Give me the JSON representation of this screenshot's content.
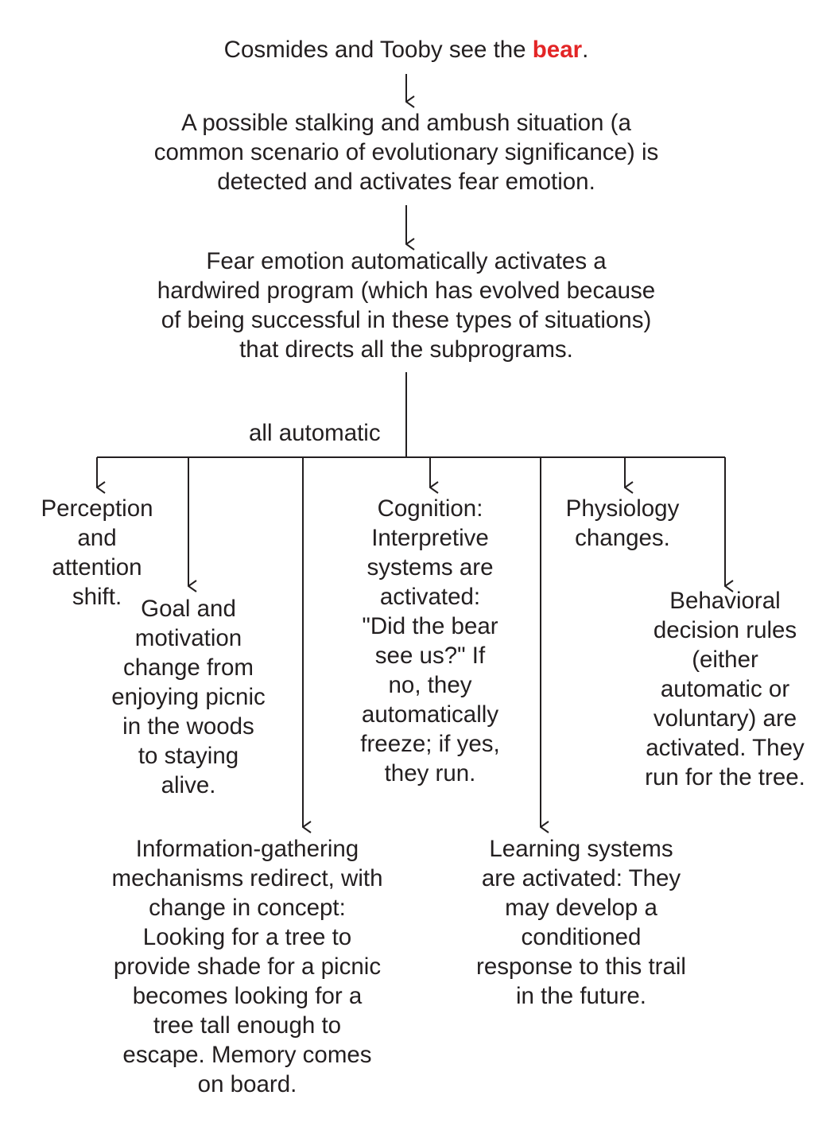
{
  "title": {
    "prefix": "Cosmides and Tooby see the ",
    "highlight": "bear",
    "suffix": ".",
    "highlight_color": "#e32526"
  },
  "step2": {
    "lines": [
      "A possible stalking and ambush situation (a",
      "common scenario of evolutionary significance) is",
      "detected and activates fear emotion."
    ]
  },
  "step3": {
    "lines": [
      "Fear emotion automatically activates a",
      "hardwired program (which has evolved because",
      "of being successful in these types of situations)",
      "that directs all the subprograms."
    ]
  },
  "branch_label": "all automatic",
  "branches": {
    "perception": {
      "lines": [
        "Perception",
        "and",
        "attention",
        "shift."
      ]
    },
    "goal": {
      "lines": [
        "Goal and",
        "motivation",
        "change from",
        "enjoying picnic",
        "in the woods",
        "to staying",
        "alive."
      ]
    },
    "information": {
      "lines": [
        "Information-gathering",
        "mechanisms redirect, with",
        "change in concept:",
        "Looking for a tree to",
        "provide shade for a picnic",
        "becomes looking for a",
        "tree tall enough to",
        "escape. Memory comes",
        "on board."
      ]
    },
    "cognition": {
      "lines": [
        "Cognition:",
        "Interpretive",
        "systems are",
        "activated:",
        "\"Did the bear",
        "see us?\" If",
        "no, they",
        "automatically",
        "freeze; if yes,",
        "they run."
      ]
    },
    "learning": {
      "lines": [
        "Learning systems",
        "are activated: They",
        "may develop a",
        "conditioned",
        "response to this trail",
        "in the future."
      ]
    },
    "physiology": {
      "lines": [
        "Physiology",
        "changes."
      ]
    },
    "behavioral": {
      "lines": [
        "Behavioral",
        "decision rules",
        "(either",
        "automatic or",
        "voluntary) are",
        "activated. They",
        "run for the tree."
      ]
    }
  }
}
